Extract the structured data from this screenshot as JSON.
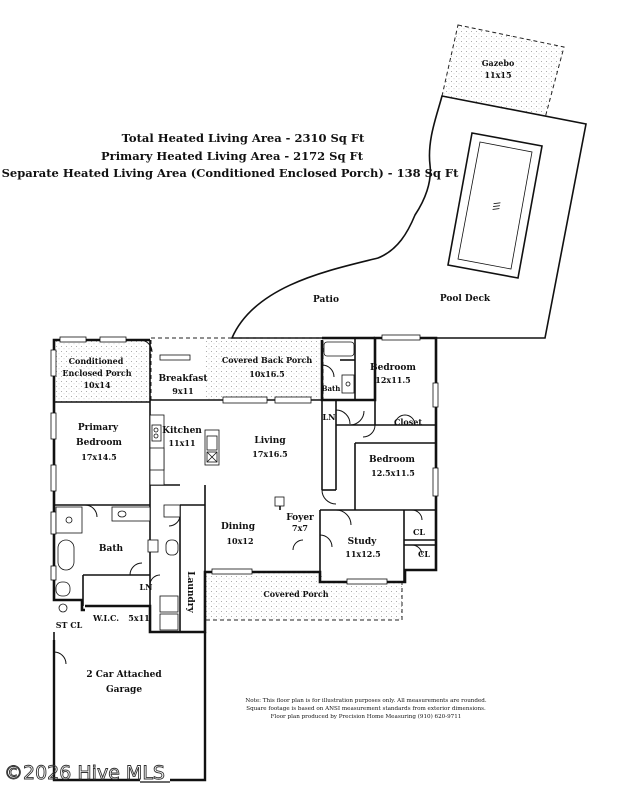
{
  "summary": {
    "total": "Total Heated Living Area - 2310 Sq Ft",
    "primary": "Primary Heated Living Area - 2172 Sq Ft",
    "separate": "Separate Heated Living Area (Conditioned Enclosed Porch) - 138 Sq Ft"
  },
  "rooms": {
    "gazebo": {
      "name": "Gazebo",
      "size": "11x15"
    },
    "pool_mark": "\\\\\\",
    "patio": {
      "name": "Patio"
    },
    "pool_deck": {
      "name": "Pool Deck"
    },
    "cond_porch": {
      "name1": "Conditioned",
      "name2": "Enclosed Porch",
      "size": "10x14"
    },
    "breakfast": {
      "name": "Breakfast",
      "size": "9x11"
    },
    "covered_back_porch": {
      "name": "Covered Back Porch",
      "size": "10x16.5"
    },
    "bath_small": {
      "name": "Bath"
    },
    "bedroom2": {
      "name": "Bedroom",
      "size": "12x11.5"
    },
    "closet": {
      "name": "Closet"
    },
    "ln_upper": {
      "name": "LN"
    },
    "primary_bedroom": {
      "name1": "Primary",
      "name2": "Bedroom",
      "size": "17x14.5"
    },
    "kitchen": {
      "name": "Kitchen",
      "size": "11x11"
    },
    "living": {
      "name": "Living",
      "size": "17x16.5"
    },
    "bedroom3": {
      "name": "Bedroom",
      "size": "12.5x11.5"
    },
    "cl_a": {
      "name": "CL"
    },
    "cl_b": {
      "name": "CL"
    },
    "bath": {
      "name": "Bath"
    },
    "dining": {
      "name": "Dining",
      "size": "10x12"
    },
    "foyer": {
      "name": "Foyer",
      "size": "7x7"
    },
    "study": {
      "name": "Study",
      "size": "11x12.5"
    },
    "ln_lower": {
      "name": "LN"
    },
    "laundry": {
      "name": "Laundry"
    },
    "wic": {
      "name": "W.I.C.",
      "size": "5x11"
    },
    "st_cl": {
      "name": "ST CL"
    },
    "covered_porch": {
      "name": "Covered Porch"
    },
    "garage": {
      "name1": "2 Car Attached",
      "name2": "Garage"
    }
  },
  "note": {
    "line1": "Note: This floor plan is for illustration purposes only. All measurements are rounded.",
    "line2": "Square footage is based on ANSI measurement standards from exterior dimensions.",
    "line3": "Floor plan produced by Precision Home Measuring (910) 620-9711"
  },
  "watermark": "©2026 Hive MLS"
}
